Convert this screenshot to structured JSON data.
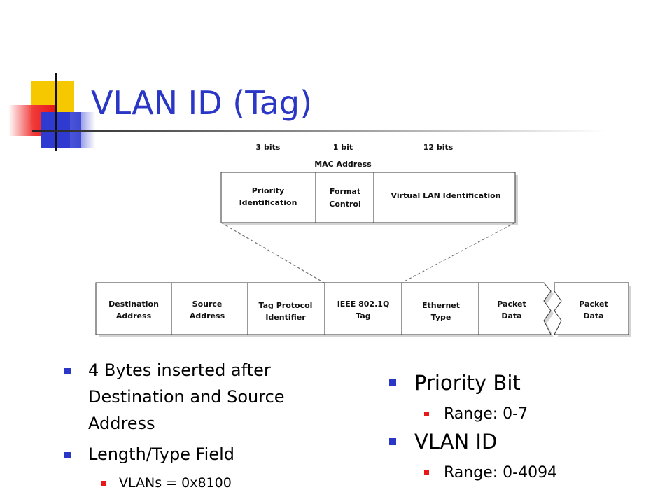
{
  "slide": {
    "title": "VLAN ID (Tag)"
  },
  "diagram": {
    "bit_labels": [
      "3 bits",
      "1 bit",
      "12 bits"
    ],
    "mac_address_label": "MAC Address",
    "tag_fields": [
      [
        "Priority",
        "Identification"
      ],
      [
        "Format",
        "Control"
      ],
      [
        "Virtual LAN Identification"
      ]
    ],
    "frame_fields": [
      [
        "Destination",
        "Address"
      ],
      [
        "Source",
        "Address"
      ],
      [
        "Tag Protocol",
        "Identifier"
      ],
      [
        "IEEE 802.1Q",
        "Tag"
      ],
      [
        "Ethernet",
        "Type"
      ],
      [
        "Packet",
        "Data"
      ],
      [
        "Packet",
        "Data"
      ]
    ]
  },
  "left_bullets": {
    "item1": "4 Bytes inserted after Destination and Source Address",
    "item2": "Length/Type Field",
    "item2_sub": "VLANs = 0x8100"
  },
  "right_bullets": {
    "item1": "Priority Bit",
    "item1_sub": "Range: 0-7",
    "item2": "VLAN ID",
    "item2_sub": "Range: 0-4094"
  },
  "colors": {
    "title": "#2a36c6",
    "bullet_primary": "#2a36c6",
    "bullet_secondary": "#e81818",
    "deco_yellow": "#f6c800",
    "deco_red": "#e81818",
    "deco_blue": "#2f3bd0"
  }
}
